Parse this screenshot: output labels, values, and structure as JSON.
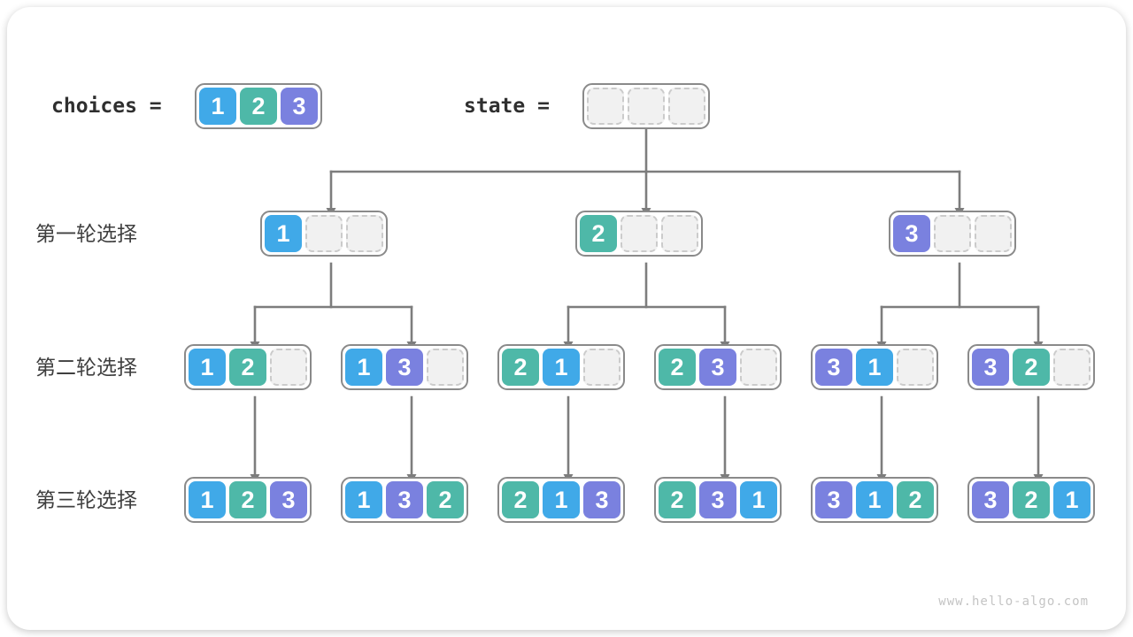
{
  "header": {
    "choices_label": "choices =",
    "choices_values": [
      1,
      2,
      3
    ],
    "state_label": "state =",
    "state_values": [
      null,
      null,
      null
    ]
  },
  "levels": [
    {
      "label": "第一轮选择",
      "nodes": [
        [
          1,
          null,
          null
        ],
        [
          2,
          null,
          null
        ],
        [
          3,
          null,
          null
        ]
      ]
    },
    {
      "label": "第二轮选择",
      "nodes": [
        [
          1,
          2,
          null
        ],
        [
          1,
          3,
          null
        ],
        [
          2,
          1,
          null
        ],
        [
          2,
          3,
          null
        ],
        [
          3,
          1,
          null
        ],
        [
          3,
          2,
          null
        ]
      ]
    },
    {
      "label": "第三轮选择",
      "nodes": [
        [
          1,
          2,
          3
        ],
        [
          1,
          3,
          2
        ],
        [
          2,
          1,
          3
        ],
        [
          2,
          3,
          1
        ],
        [
          3,
          1,
          2
        ],
        [
          3,
          2,
          1
        ]
      ]
    }
  ],
  "colors": {
    "value1": "#40A9E8",
    "value2": "#4EB8A8",
    "value3": "#7A81DF",
    "arrow": "#7d7d7d",
    "node_border": "#8a8a8a",
    "empty_fill": "#f1f1f1",
    "empty_border": "#cbcbcb"
  },
  "watermark": "www.hello-algo.com"
}
